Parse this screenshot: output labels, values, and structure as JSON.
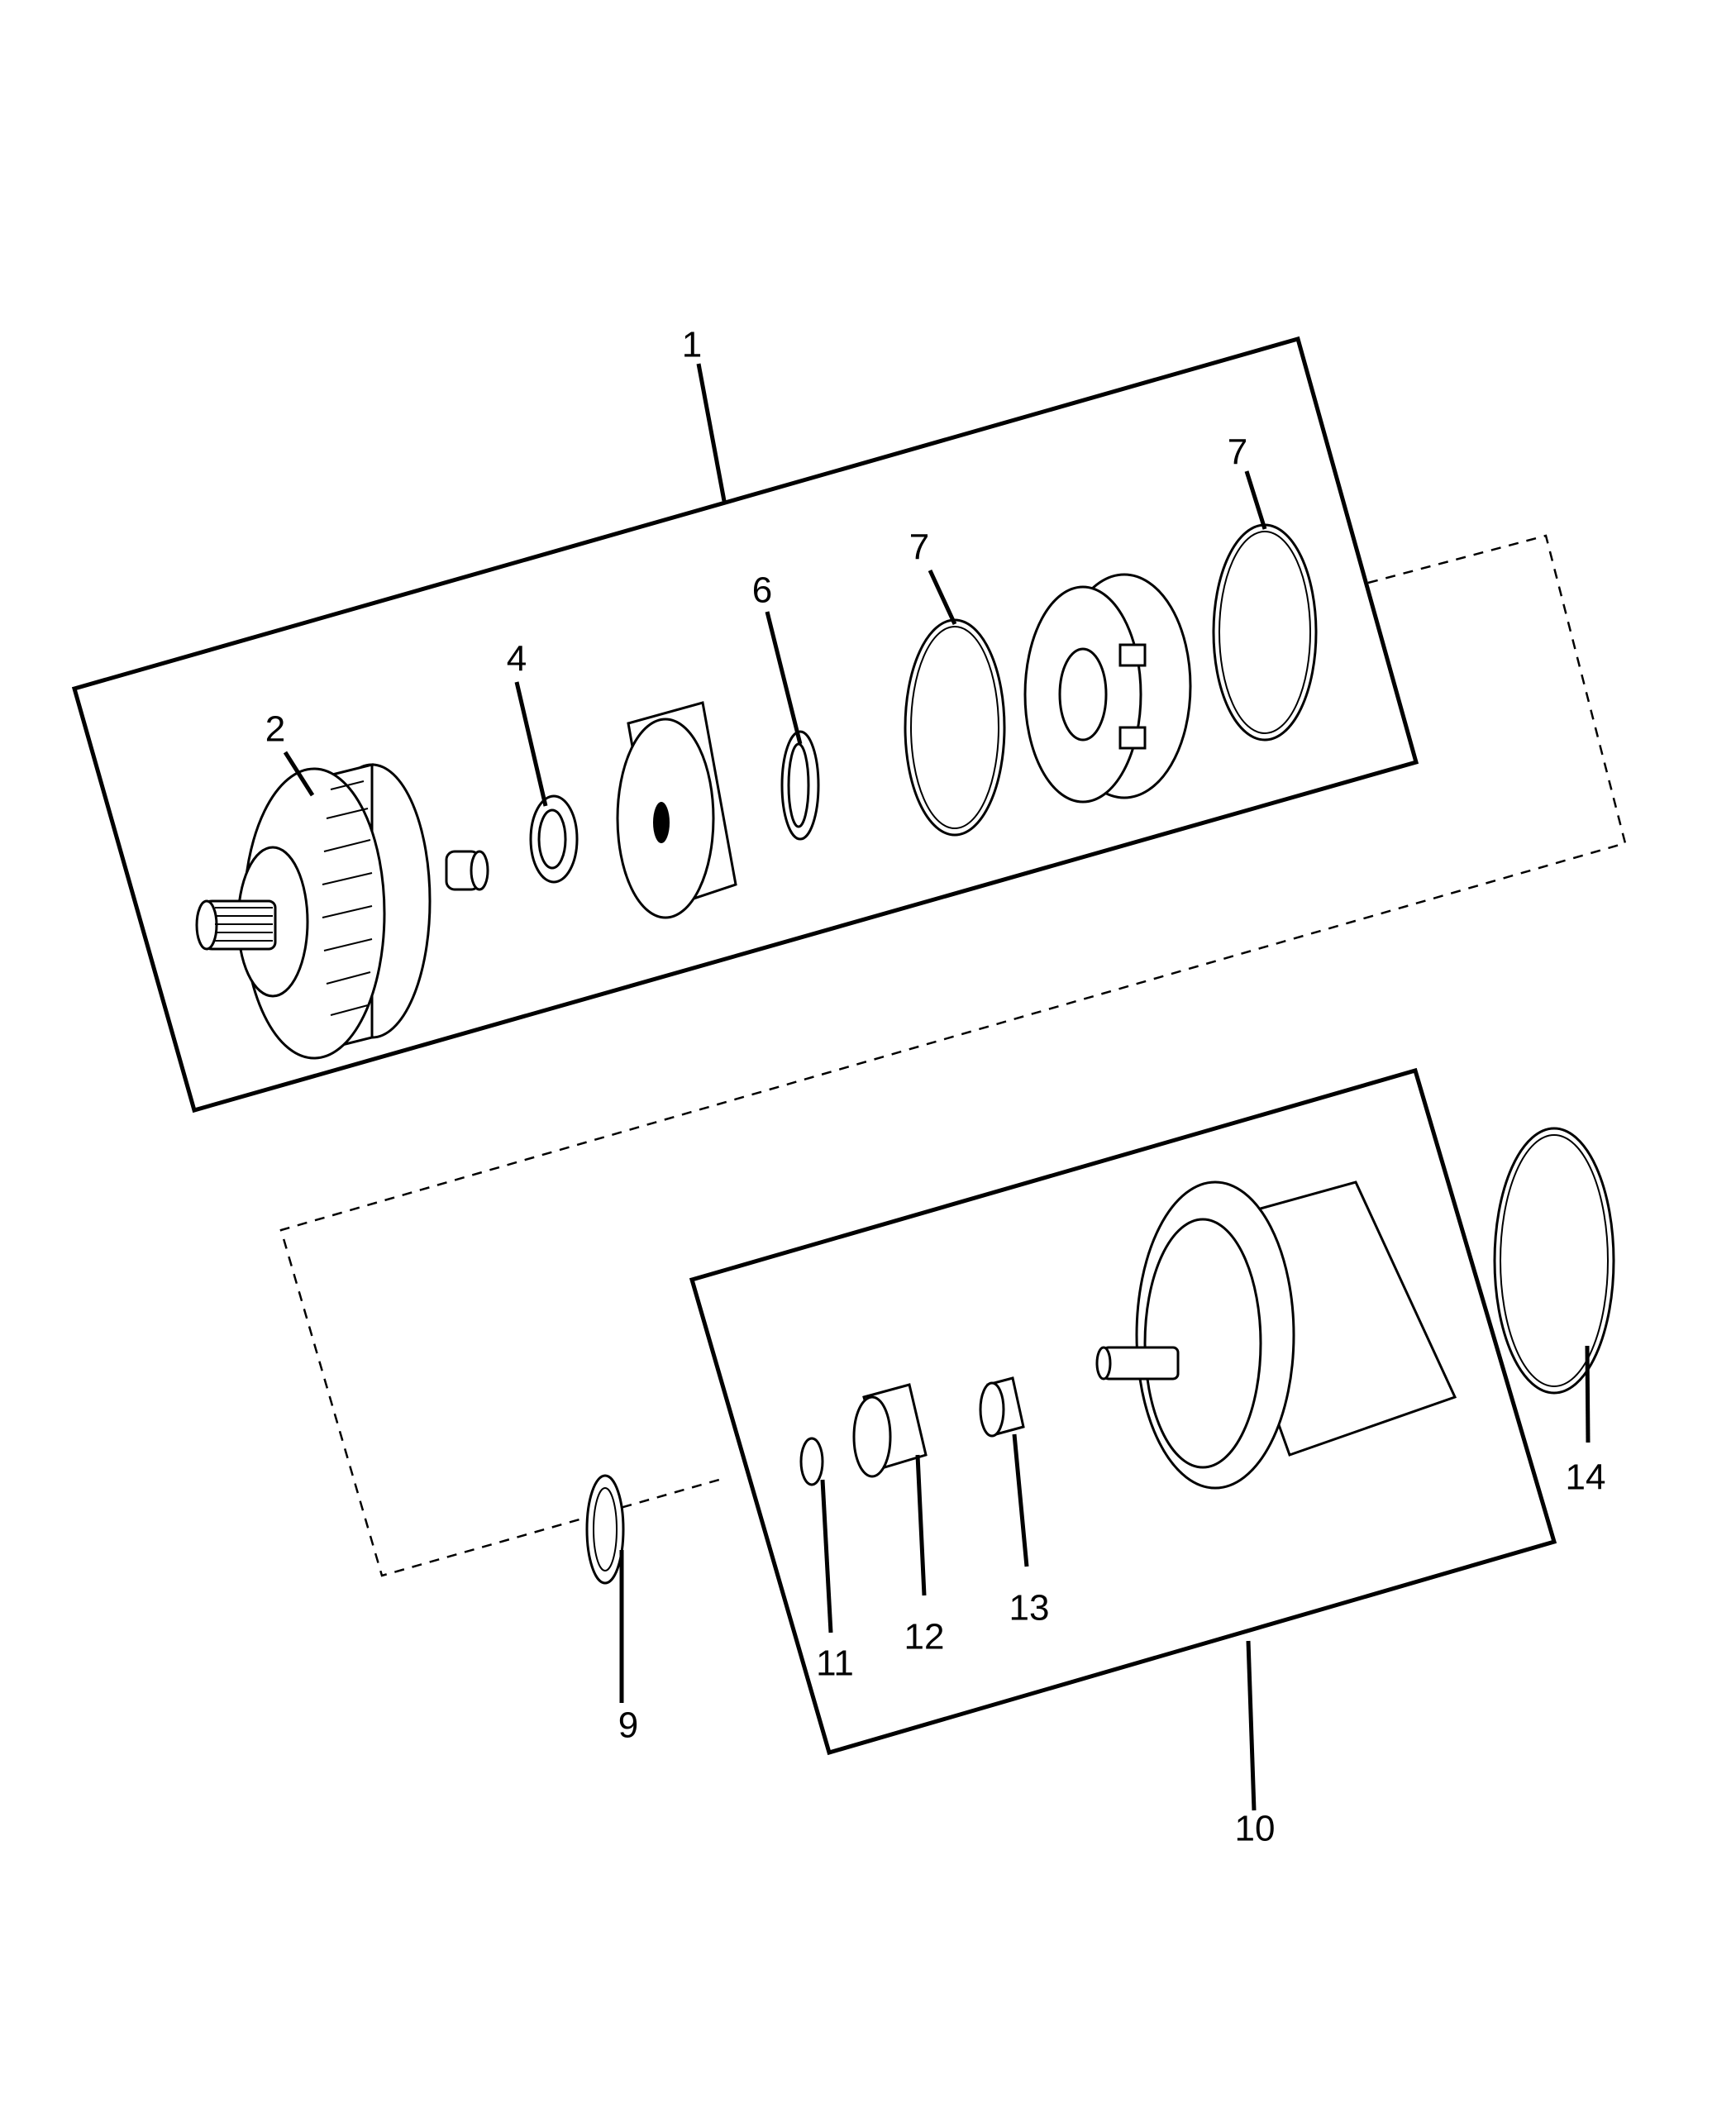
{
  "callouts": {
    "c1": "1",
    "c2": "2",
    "c4": "4",
    "c6": "6",
    "c7a": "7",
    "c7b": "7",
    "c9": "9",
    "c10": "10",
    "c11": "11",
    "c12": "12",
    "c13": "13",
    "c14": "14"
  }
}
